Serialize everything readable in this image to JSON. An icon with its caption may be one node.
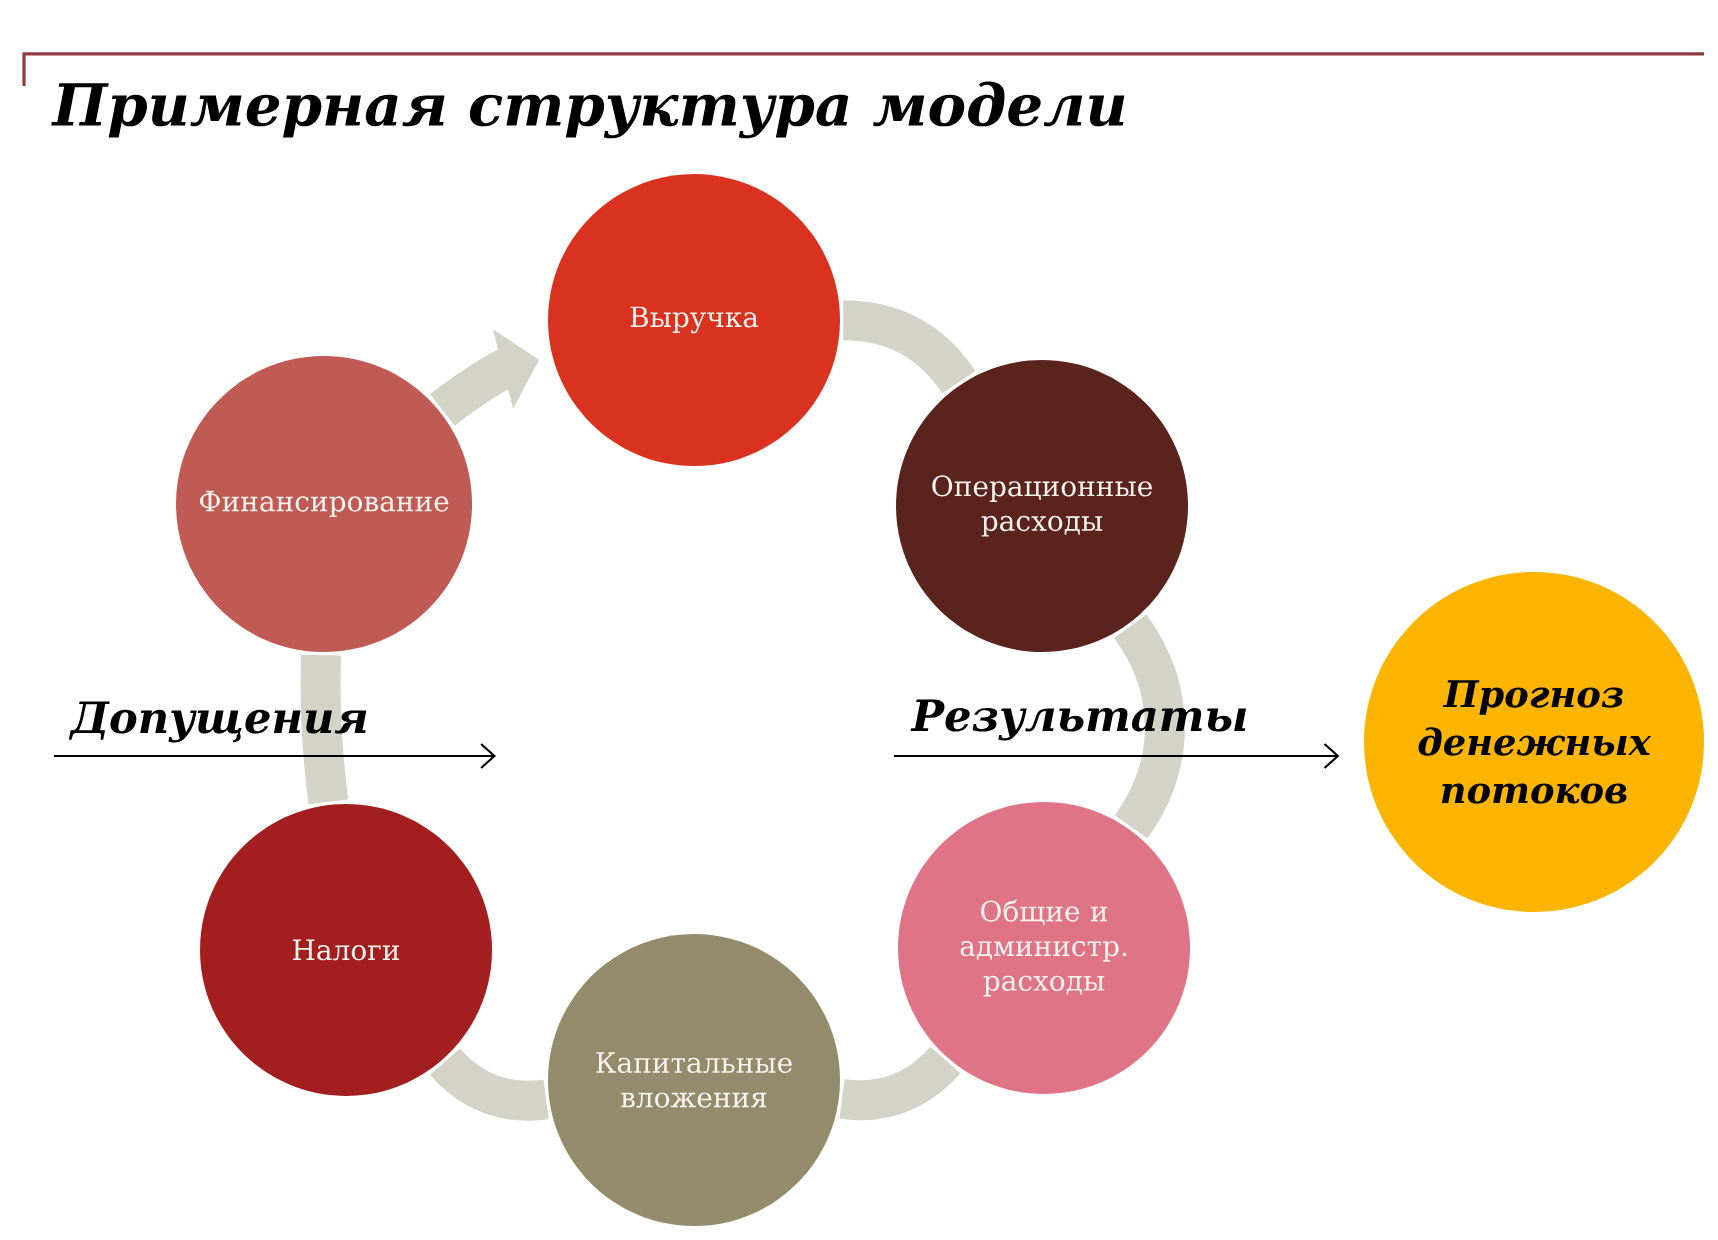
{
  "diagram": {
    "title": "Примерная структура модели",
    "nodes": [
      {
        "text": [
          "Выручка"
        ]
      },
      {
        "text": [
          "Операционные расходы"
        ]
      },
      {
        "text": [
          "Общие и администр. расходы"
        ]
      },
      {
        "text": [
          "Капитальные вложения"
        ]
      },
      {
        "text": [
          "Налоги"
        ]
      },
      {
        "text": [
          "Финансирование"
        ]
      },
      {
        "text": [
          "Прогноз денежных потоков"
        ]
      }
    ],
    "edges": [
      {
        "from": 0,
        "to": 1,
        "arrow": "none"
      },
      {
        "from": 1,
        "to": 2,
        "arrow": "none"
      },
      {
        "from": 2,
        "to": 3,
        "arrow": "none"
      },
      {
        "from": 3,
        "to": 4,
        "arrow": "none"
      },
      {
        "from": 4,
        "to": 5,
        "arrow": "none"
      },
      {
        "from": 5,
        "to": 0,
        "arrow": "to"
      },
      {
        "from": null,
        "to": 6,
        "arrow": "to",
        "label": "Результаты",
        "color": "#000000"
      }
    ],
    "labels": [
      "Допущения"
    ]
  }
}
